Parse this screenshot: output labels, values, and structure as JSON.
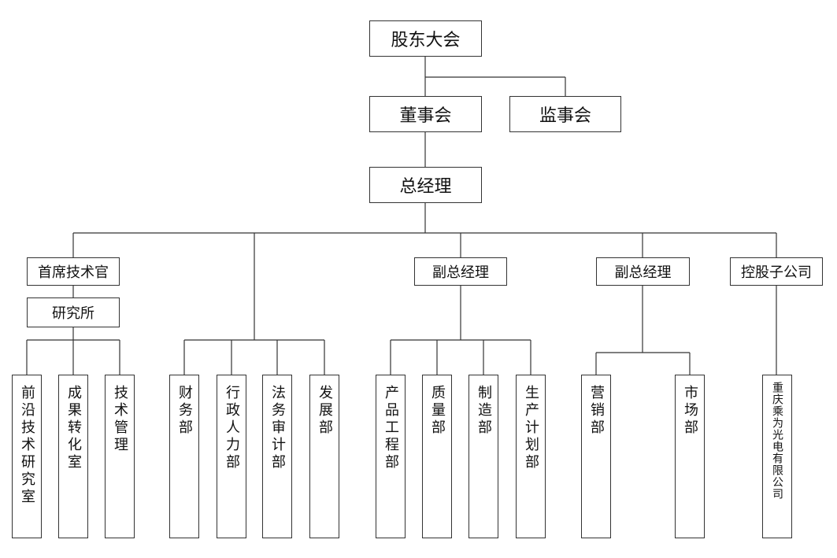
{
  "org": {
    "shareholders": "股东大会",
    "board": "董事会",
    "supervisors": "监事会",
    "gm": "总经理",
    "cto": "首席技术官",
    "institute": "研究所",
    "vp1": "副总经理",
    "vp2": "副总经理",
    "subsidiary_group": "控股子公司",
    "research_units": [
      "前沿技术研究室",
      "成果转化室",
      "技术管理"
    ],
    "admin_units": [
      "财务部",
      "行政人力部",
      "法务审计部",
      "发展部"
    ],
    "production_units": [
      "产品工程部",
      "质量部",
      "制造部",
      "生产计划部"
    ],
    "sales_units": [
      "营销部",
      "市场部"
    ],
    "subsidiary": "重庆乘为光电有限公司"
  }
}
